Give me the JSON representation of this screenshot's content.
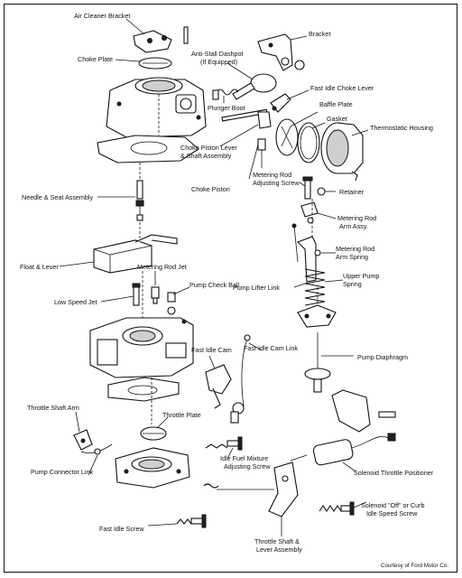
{
  "labels": {
    "air_cleaner_bracket": "Air Cleaner Bracket",
    "bracket": "Bracket",
    "choke_plate": "Choke Plate",
    "anti_stall_dashpot_1": "Anti-Stall Dashpot",
    "anti_stall_dashpot_2": "(If Equipped)",
    "fast_idle_choke_lever": "Fast Idle Choke Lever",
    "plunger_boot": "Plunger Boot",
    "baffle_plate": "Baffle Plate",
    "gasket": "Gasket",
    "thermostatic_housing": "Thermostatic Housing",
    "choke_piston_lever_1": "Choke Piston Lever",
    "choke_piston_lever_2": "& Shaft Assembly",
    "metering_rod_adjusting_screw_1": "Metering Rod",
    "metering_rod_adjusting_screw_2": "Adjusting Screw",
    "choke_piston": "Choke Piston",
    "retainer": "Retainer",
    "needle_seat_assembly": "Needle & Seat Assembly",
    "metering_rod_arm_assy_1": "Metering Rod",
    "metering_rod_arm_assy_2": "Arm Assy.",
    "metering_rod_arm_spring_1": "Metering Rod",
    "metering_rod_arm_spring_2": "Arm Spring",
    "float_lever": "Float & Lever",
    "metering_rod_jet": "Metering Rod Jet",
    "upper_pump_spring_1": "Upper Pump",
    "upper_pump_spring_2": "Spring",
    "pump_lifter_link": "Pump Lifter Link",
    "pump_check_ball": "Pump Check Ball",
    "low_speed_jet": "Low Speed Jet",
    "fast_idle_cam": "Fast Idle Cam",
    "fast_idle_cam_link": "Fast Idle Cam Link",
    "pump_diaphragm": "Pump Diaphragm",
    "throttle_shaft_arm": "Throttle Shaft Arm",
    "throttle_plate": "Throttle Plate",
    "pump_connector_link": "Pump Connector Link",
    "idle_fuel_mixture_1": "Idle Fuel Mixture",
    "idle_fuel_mixture_2": "Adjusting Screw",
    "solenoid_throttle_positioner": "Solenoid Throttle Positioner",
    "solenoid_off_1": "Solenoid \"Off\" or Curb",
    "solenoid_off_2": "Idle Speed Screw",
    "fast_idle_screw": "Fast Idle Screw",
    "throttle_shaft_lever_1": "Throttle Shaft &",
    "throttle_shaft_lever_2": "Lever Assembly"
  },
  "credit": "Courtesy of Ford Motor Co."
}
